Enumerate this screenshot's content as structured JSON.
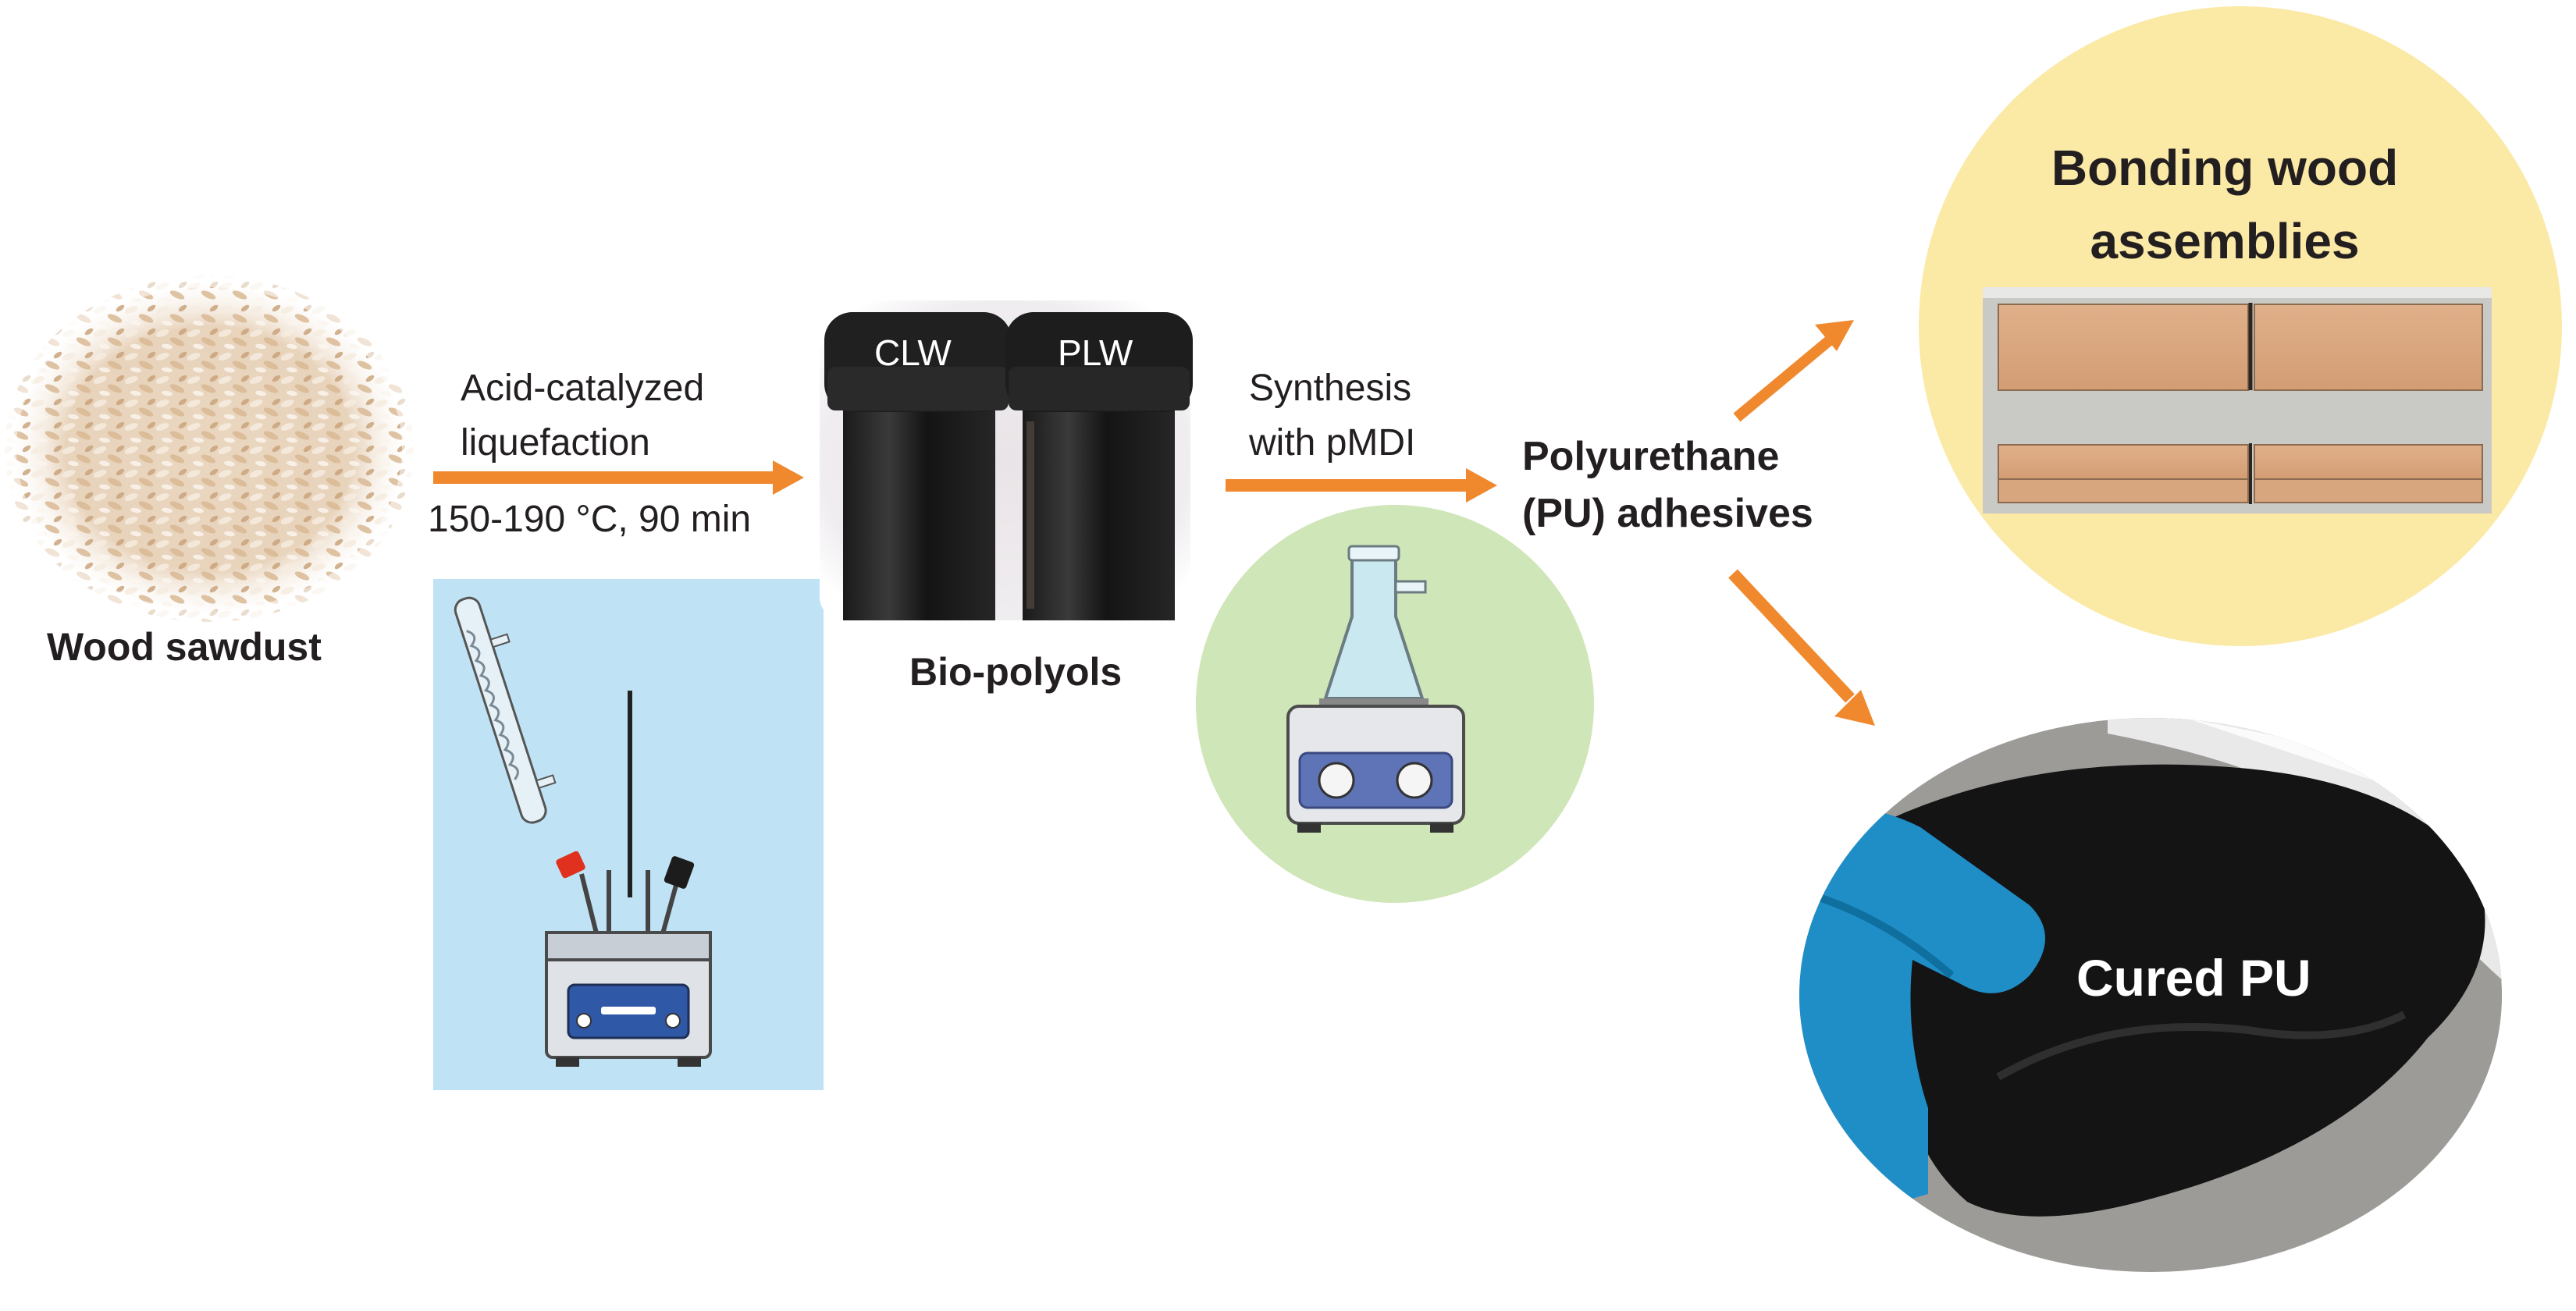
{
  "steps": {
    "sawdust": {
      "label": "Wood sawdust"
    },
    "liquefaction": {
      "line1": "Acid-catalyzed",
      "line2": "liquefaction",
      "conditions": "150-190 °C, 90 min"
    },
    "biopolyols": {
      "label": "Bio-polyols",
      "vial_left": "CLW",
      "vial_right": "PLW"
    },
    "synthesis": {
      "line1": "Synthesis",
      "line2": "with pMDI"
    },
    "pu": {
      "line1": "Polyurethane",
      "line2": "(PU) adhesives"
    },
    "bonding": {
      "line1": "Bonding wood",
      "line2": "assemblies"
    },
    "cured": {
      "label": "Cured PU"
    }
  },
  "colors": {
    "arrow": "#f0892e",
    "reactor_panel": "#bfe3f5",
    "synthesis_circle": "#cfe6b8",
    "bonding_circle": "#fbe9a6"
  }
}
